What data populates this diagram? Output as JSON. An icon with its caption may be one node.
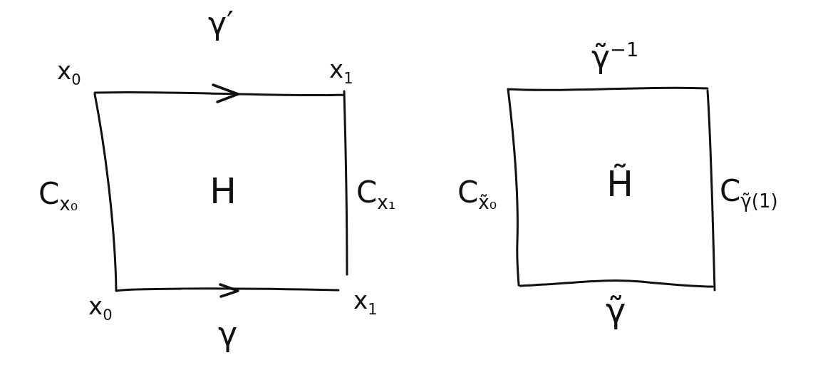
{
  "diagram": {
    "nodes": [
      {
        "text": [
          "H"
        ],
        "beside": [
          "γ′",
          "x$_{0}$",
          "x$_{1}$",
          "C$_{x₀}$",
          "C$_{x₁}$",
          "x$_{0}$",
          "x$_{1}$",
          "γ"
        ]
      },
      {
        "text": [
          "H̃"
        ],
        "beside": [
          "γ̃$^{−1}$",
          "C$_{x̃₀}$",
          "C$_{γ̃(1)}$",
          "γ̃"
        ]
      }
    ]
  }
}
